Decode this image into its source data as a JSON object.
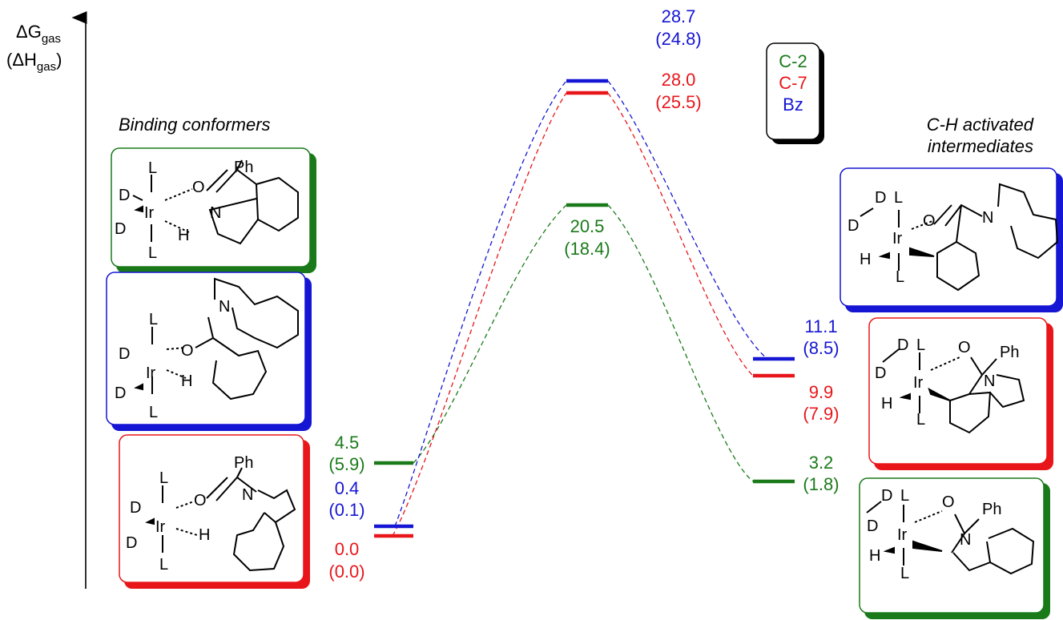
{
  "axis": {
    "delta_g": "ΔG",
    "g_sub": "gas",
    "delta_h": "(ΔH",
    "h_sub": "gas",
    "h_close": ")"
  },
  "labels": {
    "binding": "Binding conformers",
    "ch_line1": "C-H activated",
    "ch_line2": "intermediates"
  },
  "legend": {
    "c2": "C-2",
    "c7": "C-7",
    "bz": "Bz"
  },
  "colors": {
    "c2": "#1a7a1a",
    "c7": "#e8161b",
    "bz": "#1515d4",
    "ink": "#000000"
  },
  "levels": {
    "bind_c2": {
      "g": "4.5",
      "h": "(5.9)"
    },
    "bind_bz": {
      "g": "0.4",
      "h": "(0.1)"
    },
    "bind_c7": {
      "g": "0.0",
      "h": "(0.0)"
    },
    "ts_bz": {
      "g": "28.7",
      "h": "(24.8)"
    },
    "ts_c7": {
      "g": "28.0",
      "h": "(25.5)"
    },
    "ts_c2": {
      "g": "20.5",
      "h": "(18.4)"
    },
    "int_bz": {
      "g": "11.1",
      "h": "(8.5)"
    },
    "int_c7": {
      "g": "9.9",
      "h": "(7.9)"
    },
    "int_c2": {
      "g": "3.2",
      "h": "(1.8)"
    }
  },
  "atoms": {
    "ir": "Ir",
    "l": "L",
    "d": "D",
    "h": "H",
    "o": "O",
    "n": "N",
    "ph": "Ph"
  }
}
